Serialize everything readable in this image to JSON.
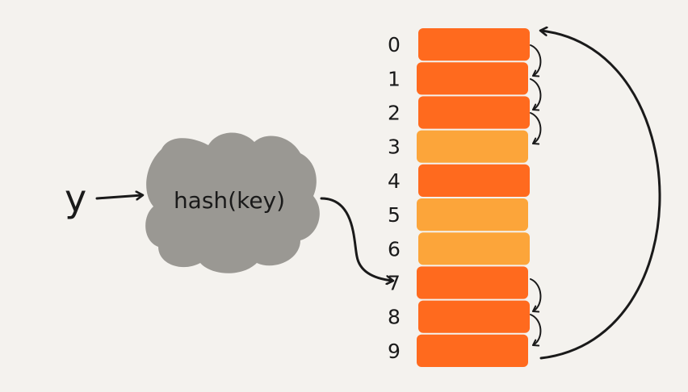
{
  "input": {
    "key_label": "y"
  },
  "hash": {
    "label": "hash(key)"
  },
  "table": {
    "slots": [
      {
        "index": "0",
        "state": "occupied",
        "color": "#ff6a1e"
      },
      {
        "index": "1",
        "state": "occupied",
        "color": "#ff6a1e"
      },
      {
        "index": "2",
        "state": "occupied",
        "color": "#ff6a1e"
      },
      {
        "index": "3",
        "state": "empty",
        "color": "#fca53a"
      },
      {
        "index": "4",
        "state": "occupied",
        "color": "#ff6a1e"
      },
      {
        "index": "5",
        "state": "empty",
        "color": "#fca53a"
      },
      {
        "index": "6",
        "state": "empty",
        "color": "#fca53a"
      },
      {
        "index": "7",
        "state": "occupied",
        "color": "#ff6a1e"
      },
      {
        "index": "8",
        "state": "occupied",
        "color": "#ff6a1e"
      },
      {
        "index": "9",
        "state": "occupied",
        "color": "#ff6a1e"
      }
    ]
  },
  "colors": {
    "background": "#f4f2ee",
    "ink": "#1a1a1a",
    "cloud": "#9a9893",
    "occupied": "#ff6a1e",
    "empty": "#fca53a"
  }
}
